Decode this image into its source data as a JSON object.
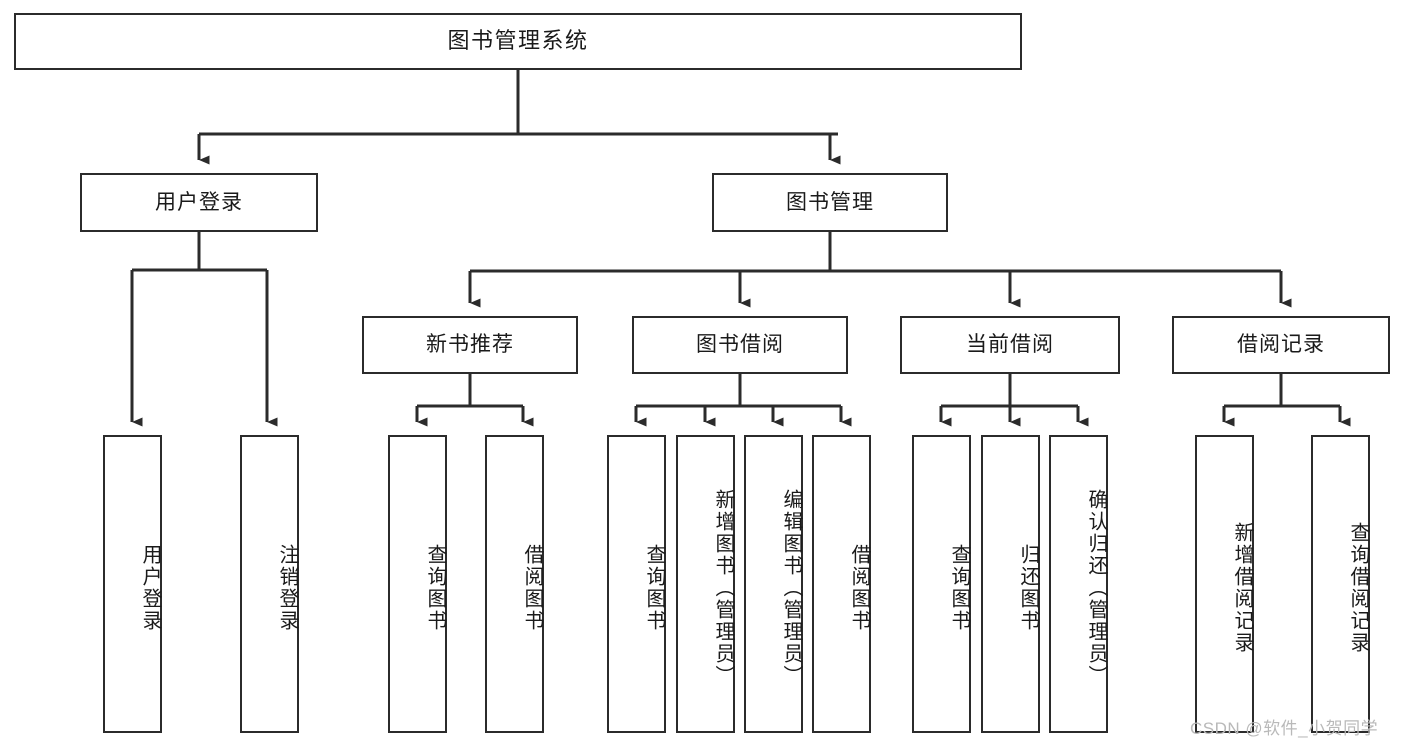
{
  "diagram": {
    "title_node": {
      "label": "图书管理系统"
    },
    "level2": [
      {
        "id": "user-login",
        "label": "用户登录"
      },
      {
        "id": "book-manage",
        "label": "图书管理"
      }
    ],
    "level3": [
      {
        "id": "new-book-recommend",
        "label": "新书推荐"
      },
      {
        "id": "book-borrow",
        "label": "图书借阅"
      },
      {
        "id": "current-borrow",
        "label": "当前借阅"
      },
      {
        "id": "borrow-record",
        "label": "借阅记录"
      }
    ],
    "leaves": {
      "user_login": [
        {
          "id": "leaf-user-login",
          "label": "用户登录"
        },
        {
          "id": "leaf-logout-login",
          "label": "注销登录"
        }
      ],
      "new_book_recommend": [
        {
          "id": "leaf-query-book-1",
          "label": "查询图书"
        },
        {
          "id": "leaf-borrow-book-1",
          "label": "借阅图书"
        }
      ],
      "book_borrow": [
        {
          "id": "leaf-query-book-2",
          "label": "查询图书"
        },
        {
          "id": "leaf-add-book",
          "label": "新增图书（管理员）"
        },
        {
          "id": "leaf-edit-book",
          "label": "编辑图书（管理员）"
        },
        {
          "id": "leaf-borrow-book-2",
          "label": "借阅图书"
        }
      ],
      "current_borrow": [
        {
          "id": "leaf-query-book-3",
          "label": "查询图书"
        },
        {
          "id": "leaf-return-book",
          "label": "归还图书"
        },
        {
          "id": "leaf-confirm-return",
          "label": "确认归还（管理员）"
        }
      ],
      "borrow_record": [
        {
          "id": "leaf-add-record",
          "label": "新增借阅记录"
        },
        {
          "id": "leaf-query-record",
          "label": "查询借阅记录"
        }
      ]
    },
    "watermark": {
      "text": "CSDN @软件_小贺同学"
    },
    "colors": {
      "stroke": "#2b2b2b",
      "fill": "#ffffff",
      "text": "#1a1a1a",
      "watermark": "#b9b9b9"
    }
  }
}
